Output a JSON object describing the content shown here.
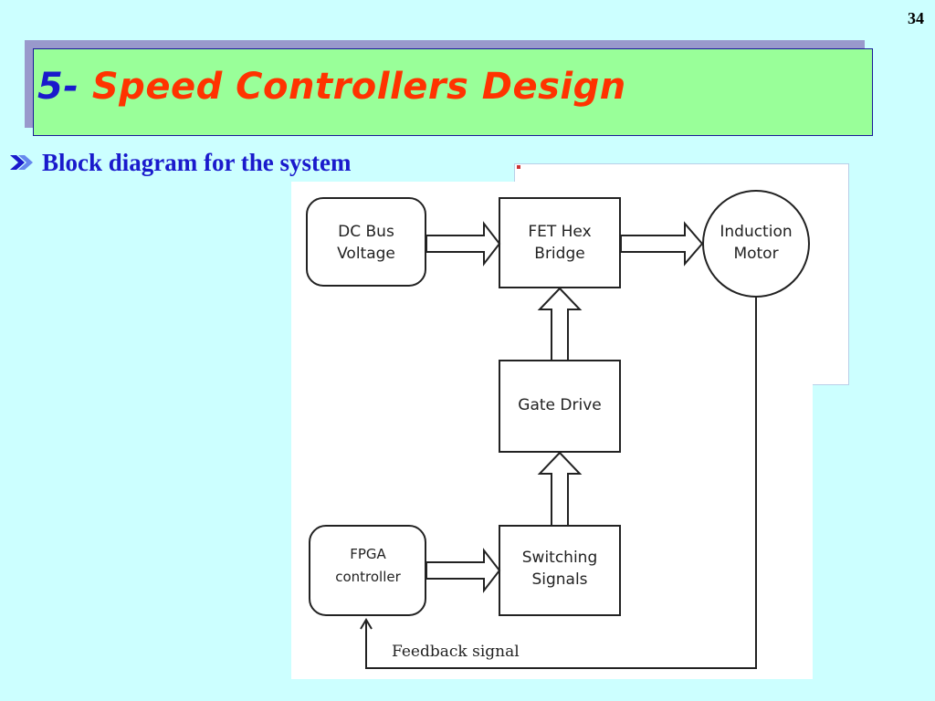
{
  "slide": {
    "page_number": "34",
    "title_number": "5-",
    "title": "Speed Controllers Design",
    "bullet": "Block diagram for the system",
    "colors": {
      "background": "#ccffff",
      "title_box": "#99ff99",
      "title_shadow": "#9999cc",
      "title_number": "#1a1acc",
      "title_text": "#ff3300",
      "bullet_text": "#1a1acc"
    },
    "bullet_icon": "double-arrow-bullet-icon"
  },
  "diagram": {
    "blocks": {
      "dc_bus": [
        "DC Bus",
        "Voltage"
      ],
      "fet_bridge": [
        "FET Hex",
        "Bridge"
      ],
      "motor": [
        "Induction",
        "Motor"
      ],
      "gate_drive": [
        "Gate Drive"
      ],
      "fpga": [
        "FPGA",
        "controller"
      ],
      "switching": [
        "Switching",
        "Signals"
      ]
    },
    "feedback_label": "Feedback signal",
    "connections": [
      {
        "from": "DC Bus Voltage",
        "to": "FET Hex Bridge"
      },
      {
        "from": "FET Hex Bridge",
        "to": "Induction Motor"
      },
      {
        "from": "Gate Drive",
        "to": "FET Hex Bridge"
      },
      {
        "from": "Switching Signals",
        "to": "Gate Drive"
      },
      {
        "from": "FPGA controller",
        "to": "Switching Signals"
      },
      {
        "from": "Induction Motor",
        "to": "FPGA controller",
        "label": "Feedback signal"
      }
    ]
  }
}
